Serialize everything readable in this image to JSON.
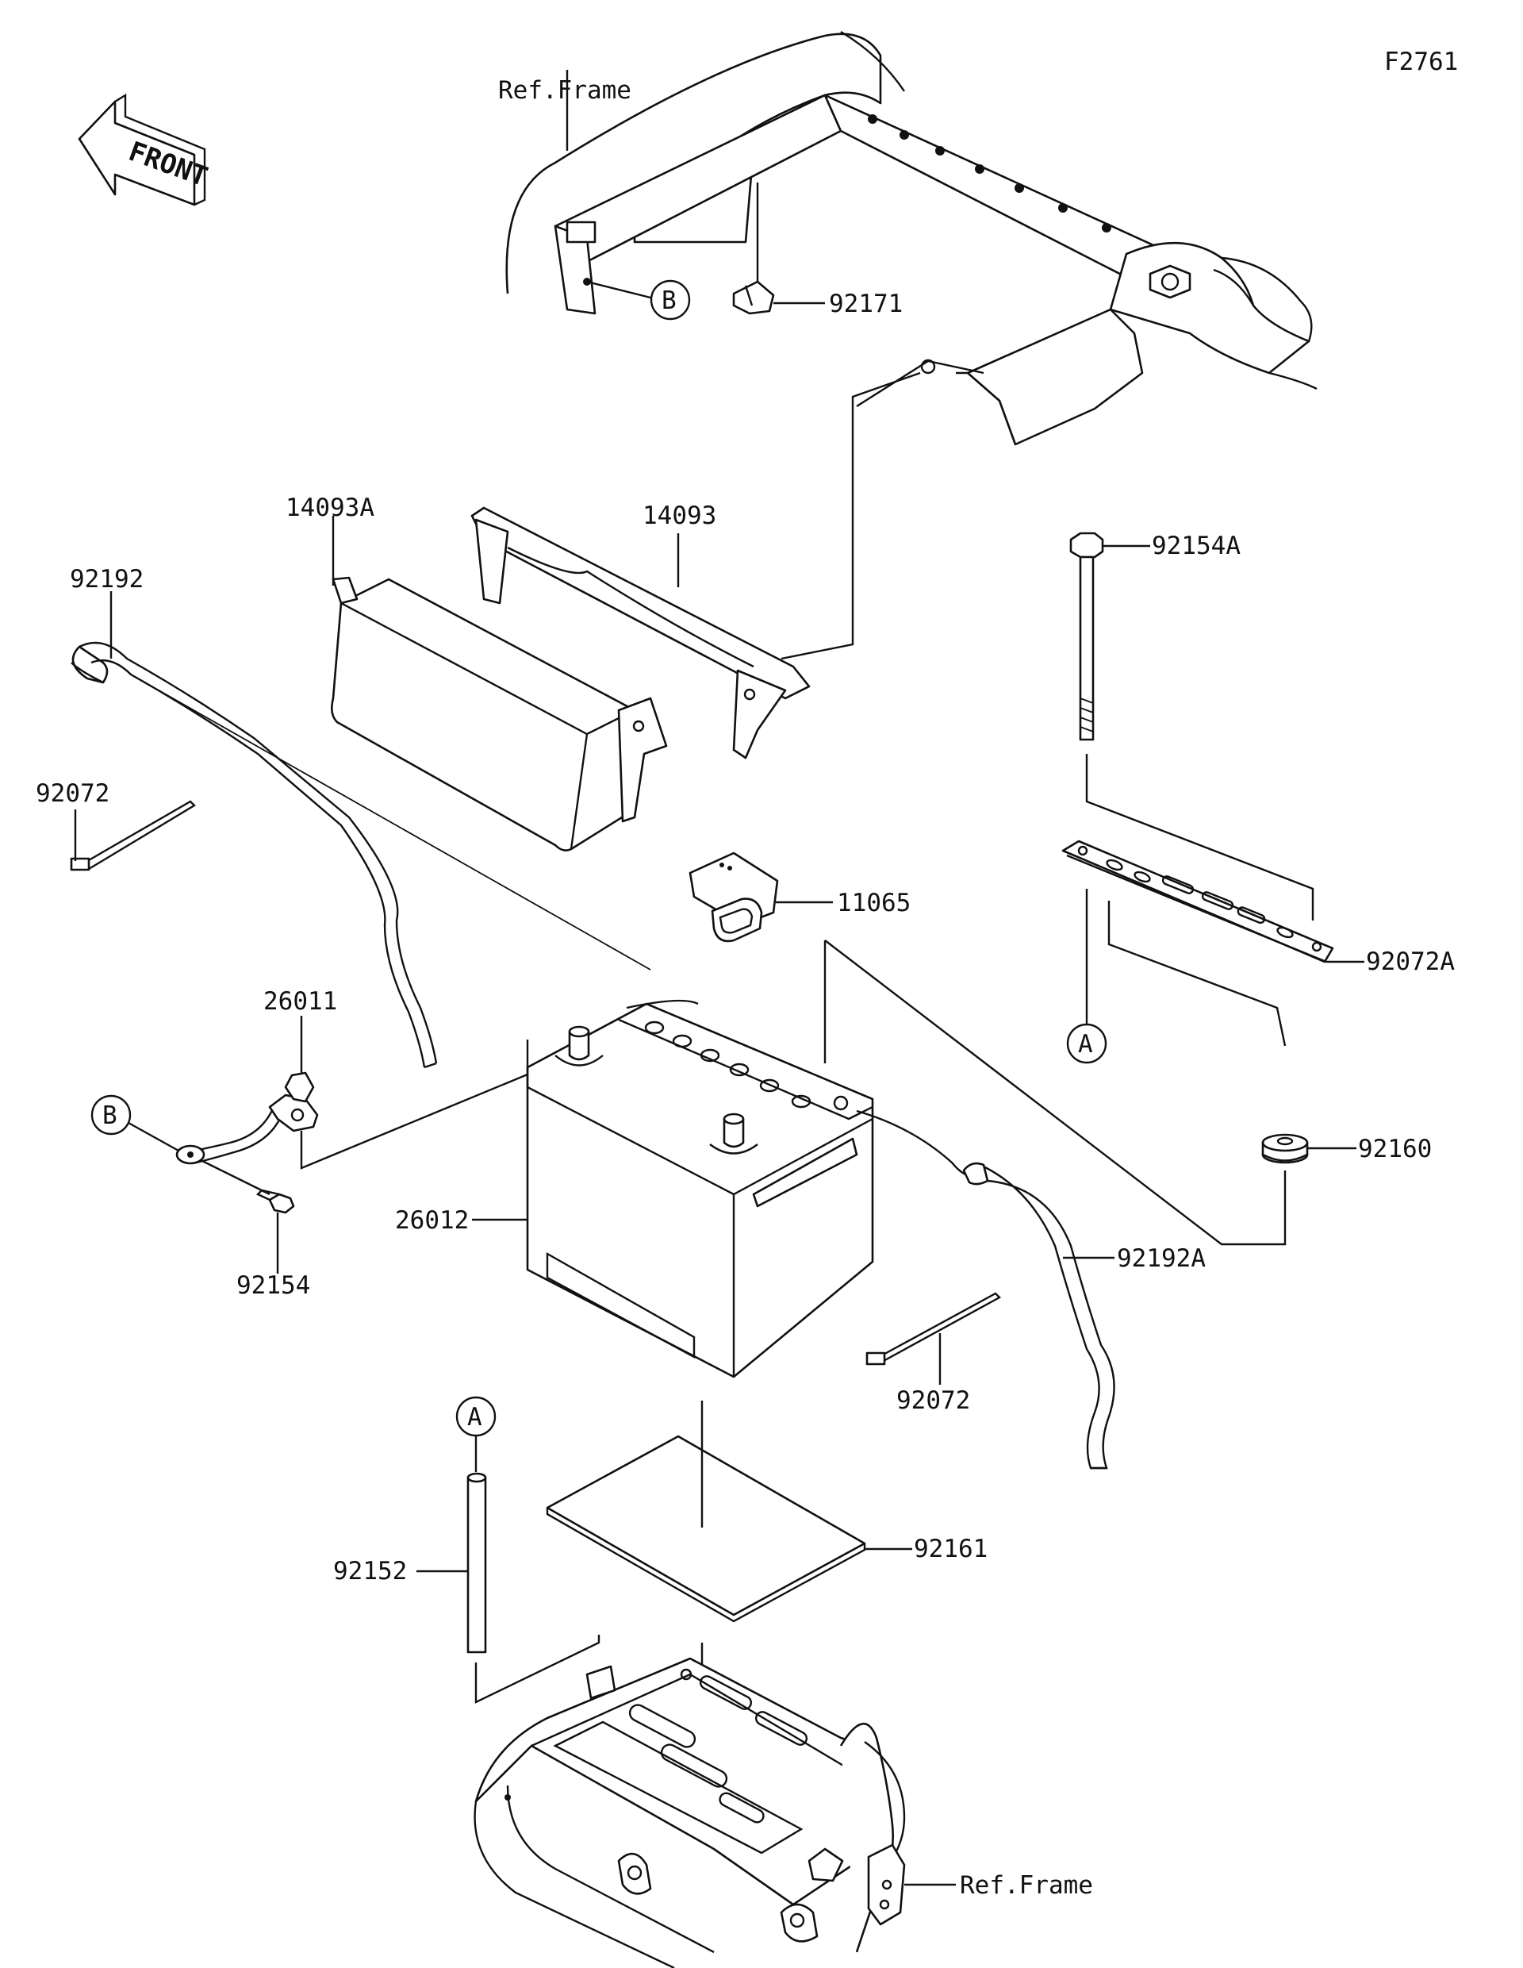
{
  "figure_id": "F2761",
  "front_label": "FRONT",
  "ref_labels": {
    "top": "Ref.Frame",
    "bottom": "Ref.Frame"
  },
  "connectors": {
    "a": "A",
    "b": "B"
  },
  "parts": {
    "p92171": "92171",
    "p14093A": "14093A",
    "p14093": "14093",
    "p92192": "92192",
    "p92154A": "92154A",
    "p92072_left": "92072",
    "p11065": "11065",
    "p92072A": "92072A",
    "p26011": "26011",
    "p92160": "92160",
    "p26012": "26012",
    "p92154": "92154",
    "p92192A": "92192A",
    "p92072_right": "92072",
    "p92161": "92161",
    "p92152": "92152"
  }
}
